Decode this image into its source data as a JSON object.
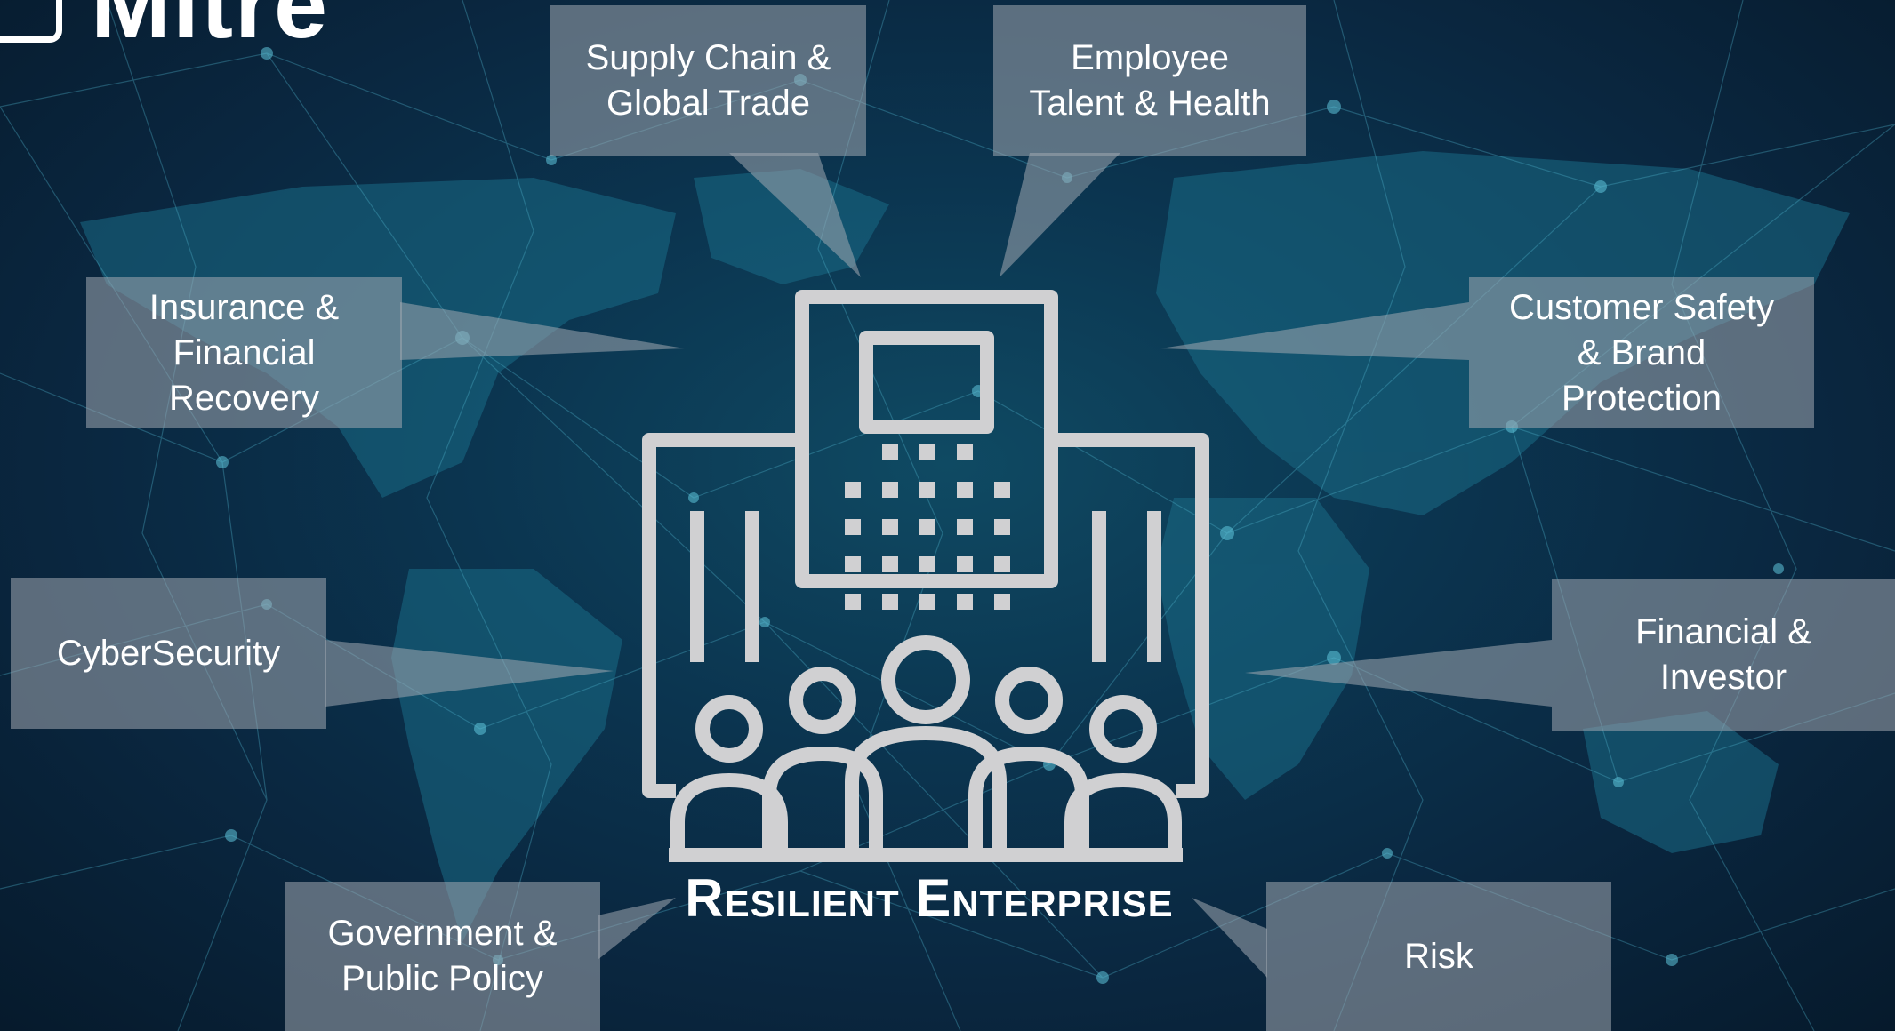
{
  "logo": {
    "text": "Mitre"
  },
  "title": "Resilient Enterprise",
  "boxes": {
    "supply_chain": "Supply Chain &\nGlobal Trade",
    "employee": "Employee\nTalent & Health",
    "insurance": "Insurance &\nFinancial\nRecovery",
    "customer_safety": "Customer Safety\n& Brand\nProtection",
    "cybersecurity": "CyberSecurity",
    "financial": "Financial &\nInvestor",
    "government": "Government &\nPublic Policy",
    "risk": "Risk"
  },
  "icons": {
    "center": "enterprise-building-people-icon",
    "logo": "logo-frame-icon"
  },
  "colors": {
    "box_fill": "#a0a8b0",
    "text": "#ffffff",
    "icon_stroke": "#d0d0d2",
    "background": "#0b3550"
  }
}
